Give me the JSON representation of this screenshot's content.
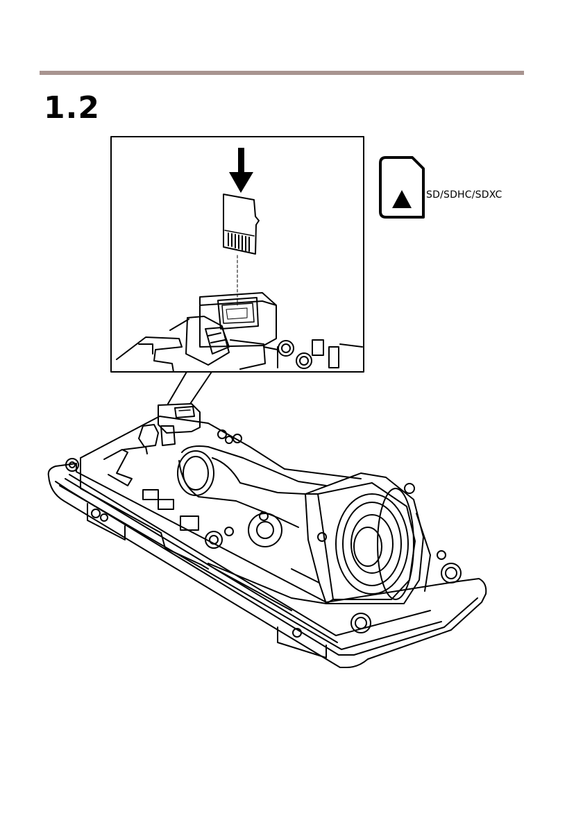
{
  "section": {
    "step_number": "1.2"
  },
  "card_icon": {
    "name": "sd-card-icon",
    "label": "SD/SDHC/SDXC"
  },
  "illustration": {
    "name": "sd-card-insertion-illustration",
    "icons": [
      "down-arrow-icon",
      "microsd-card-icon",
      "camera-housing-icon"
    ]
  },
  "colors": {
    "rule": "#a89490",
    "ink": "#000000"
  }
}
